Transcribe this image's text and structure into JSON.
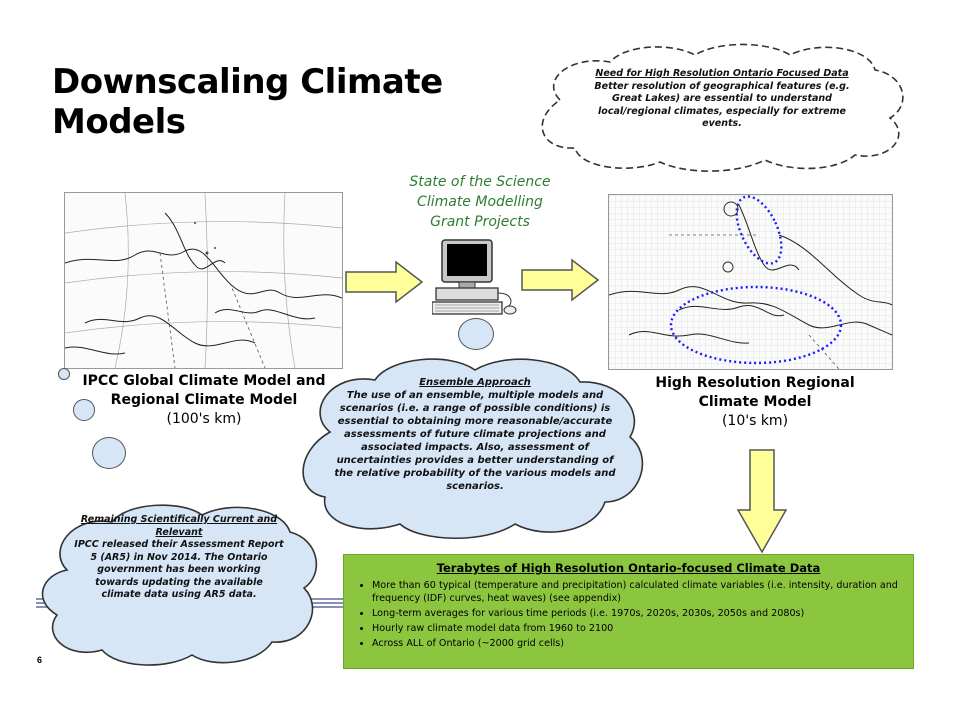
{
  "title": "Downscaling Climate Models",
  "center_label": {
    "lines": [
      "State of the Science",
      "Climate Modelling",
      "Grant Projects"
    ]
  },
  "left_map_caption": {
    "title_line1": "IPCC Global Climate Model and",
    "title_line2": "Regional Climate Model",
    "resolution": "(100's km)"
  },
  "right_map_caption": {
    "title_line1": "High Resolution Regional",
    "title_line2": "Climate Model",
    "resolution": "(10's km)"
  },
  "cloud_top": {
    "heading": "Need for High Resolution Ontario Focused Data",
    "text": "Better resolution of geographical features (e.g. Great Lakes) are essential to understand local/regional climates, especially for extreme events."
  },
  "cloud_middle": {
    "heading": "Ensemble Approach",
    "text": "The use of an ensemble, multiple models and scenarios (i.e. a range of possible conditions) is essential to obtaining more reasonable/accurate assessments of future climate projections and associated impacts.  Also, assessment of uncertainties provides a better understanding of the relative probability of the various models and scenarios."
  },
  "cloud_bottom": {
    "heading": "Remaining Scientifically Current and Relevant",
    "text": "IPCC  released their Assessment Report 5 (AR5) in Nov 2014. The Ontario government has been working towards updating the available climate data using AR5 data."
  },
  "data_box": {
    "heading": "Terabytes  of High Resolution Ontario-focused Climate Data",
    "bullets": [
      "More than 60 typical (temperature and precipitation) calculated climate variables (i.e. intensity, duration and frequency (IDF) curves, heat waves) (see appendix)",
      "Long-term averages for various time periods (i.e. 1970s, 2020s, 2030s, 2050s and 2080s)",
      "Hourly raw climate model data from 1960  to 2100",
      "Across ALL of Ontario (~2000 grid cells)"
    ]
  },
  "page_number": "6",
  "colors": {
    "arrow_fill": "#ffff99",
    "cloud_fill": "#d6e6f7",
    "data_box_fill": "#8cc63f",
    "science_text": "#2e7d32",
    "highlight_ellipse": "#1a1aff"
  },
  "icons": [
    "computer-icon",
    "arrow-right",
    "arrow-down"
  ]
}
